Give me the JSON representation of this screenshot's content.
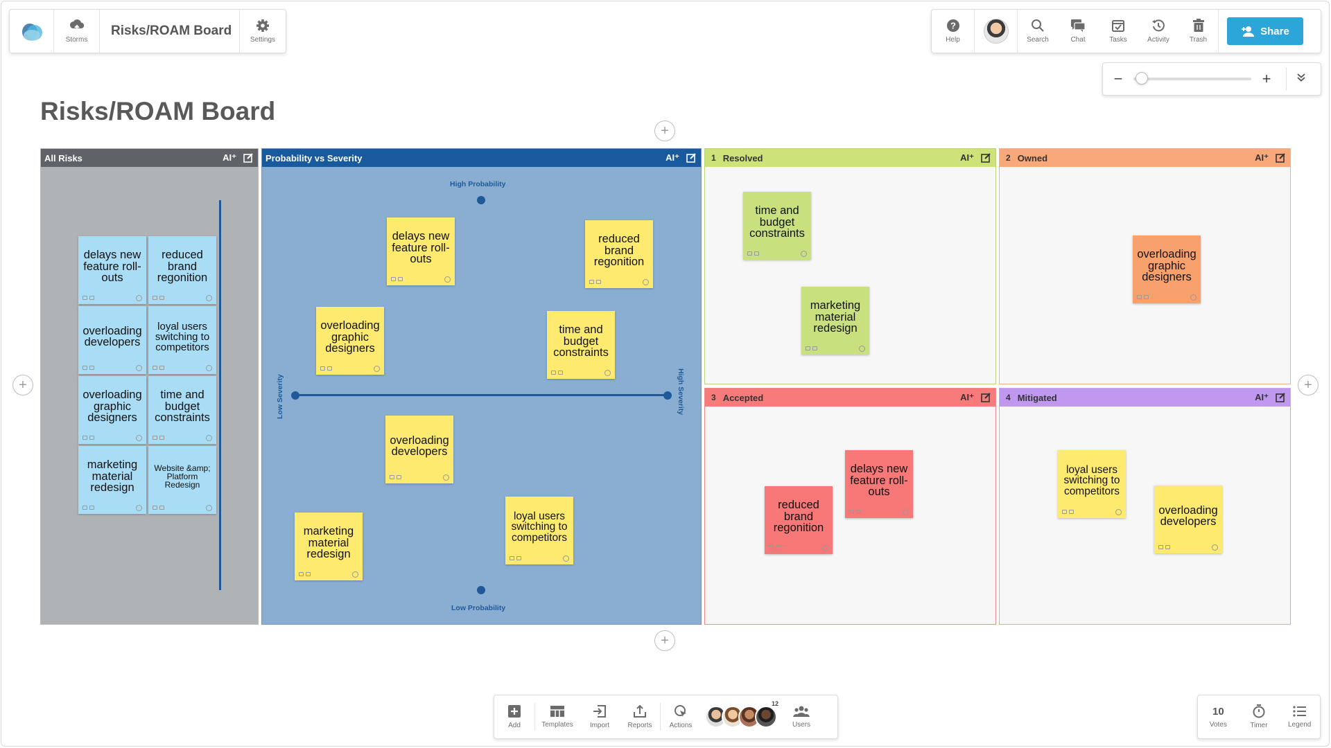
{
  "app": {
    "board_title": "Risks/ROAM Board",
    "storms_label": "Storms",
    "settings_label": "Settings"
  },
  "toolbar_right": {
    "help_label": "Help",
    "search_label": "Search",
    "chat_label": "Chat",
    "tasks_label": "Tasks",
    "activity_label": "Activity",
    "trash_label": "Trash",
    "share_label": "Share"
  },
  "zoom": {
    "minus": "−",
    "plus": "+",
    "level": 0.02
  },
  "page_title": "Risks/ROAM Board",
  "lanes": {
    "all_risks": {
      "title": "All Risks",
      "color": "#5f6368",
      "bg": "#b0b3b6"
    },
    "matrix": {
      "title": "Probability vs Severity",
      "color": "#185a9d",
      "bg": "#8aaed2",
      "axis_top": "High Probability",
      "axis_bottom": "Low Probability",
      "axis_left": "Low Severity",
      "axis_right": "High Severity"
    },
    "resolved": {
      "num": "1",
      "title": "Resolved",
      "color": "#cde37a",
      "border": "#b8d77a"
    },
    "owned": {
      "num": "2",
      "title": "Owned",
      "color": "#f9a87c",
      "border": "#f3b08a"
    },
    "accepted": {
      "num": "3",
      "title": "Accepted",
      "color": "#f77b7b",
      "border": "#f08b8b"
    },
    "mitigated": {
      "num": "4",
      "title": "Mitigated",
      "color": "#c098ef",
      "border": "#c6a6ee"
    }
  },
  "header_icons": {
    "ai": "AI⁺",
    "edit_icon": "edit-icon"
  },
  "stickies": {
    "all_risks": [
      "delays new feature roll-outs",
      "reduced brand regonition",
      "overloading developers",
      "loyal users switching to competitors",
      "overloading graphic designers",
      "time and budget constraints",
      "marketing material redesign",
      "Website &amp; Platform Redesign"
    ],
    "matrix": [
      "delays new feature roll-outs",
      "reduced brand regonition",
      "overloading graphic designers",
      "time and budget constraints",
      "overloading developers",
      "loyal users switching to competitors",
      "marketing material redesign"
    ],
    "resolved": [
      "time and budget constraints",
      "marketing material redesign"
    ],
    "owned": [
      "overloading graphic designers"
    ],
    "accepted": [
      "delays new feature roll-outs",
      "reduced brand regonition"
    ],
    "mitigated": [
      "loyal users switching to competitors",
      "overloading developers"
    ]
  },
  "sticky_colors": {
    "blue": "#a9ddf6",
    "yellow": "#fdea6e",
    "green": "#c9e07f",
    "orange": "#f9a16c",
    "red": "#f87777"
  },
  "bottom_bar": {
    "add_label": "Add",
    "templates_label": "Templates",
    "import_label": "Import",
    "reports_label": "Reports",
    "actions_label": "Actions",
    "users_label": "Users",
    "user_count": "12"
  },
  "bottom_right": {
    "votes_count": "10",
    "votes_label": "Votes",
    "timer_label": "Timer",
    "legend_label": "Legend"
  }
}
